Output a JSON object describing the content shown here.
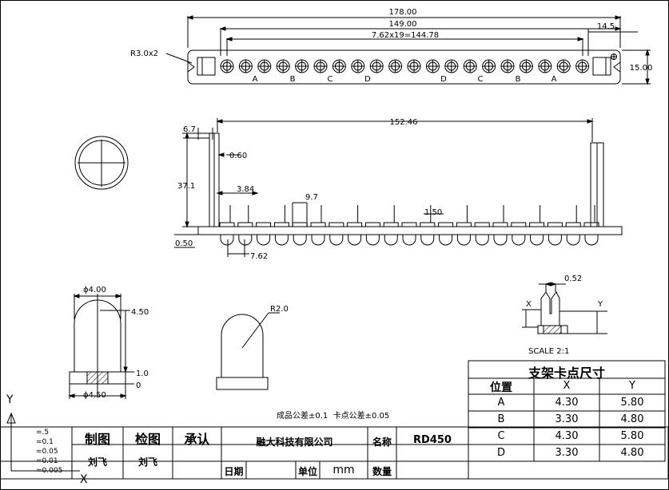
{
  "top_view": {
    "overall_length": "178.00",
    "hole_span": "149.00",
    "pitch": "7.62x19=144.78",
    "end_offset": "14.5",
    "height": "15.00",
    "corner_radius": "R3.0x2",
    "labels": [
      "A",
      "B",
      "C",
      "D",
      "D",
      "C",
      "B",
      "A"
    ]
  },
  "side_view": {
    "length": "152.46",
    "d_6_7": "6.7",
    "d_0_60": "0.60",
    "d_37_1": "37.1",
    "d_3_84": "3.84",
    "d_9_7": "9.7",
    "d_1_50": "1.50",
    "d_0_50": "0.50",
    "d_7_62": "7.62"
  },
  "led_view": {
    "dia_top": "ϕ4.00",
    "height": "4.50",
    "flange": "1.0",
    "zero": "0",
    "dia_base": "ϕ4.50"
  },
  "dome_view": {
    "radius": "R2.0"
  },
  "detail_view": {
    "dim": "0.52",
    "x_label": "X",
    "y_label": "Y",
    "scale": "SCALE 2:1"
  },
  "support_table": {
    "title": "支架卡点尺寸",
    "headers": [
      "位置",
      "X",
      "Y"
    ],
    "rows": [
      [
        "A",
        "4.30",
        "5.80"
      ],
      [
        "B",
        "3.30",
        "4.80"
      ],
      [
        "C",
        "4.30",
        "5.80"
      ],
      [
        "D",
        "3.30",
        "4.80"
      ]
    ]
  },
  "tolerance_note": "成品公差±0.1  卡点公差±0.05",
  "title_block": {
    "tolerances": [
      "=.5",
      "=0.1",
      "=0.05",
      "=0.01",
      "=0.005"
    ],
    "drawn_label": "制图",
    "check_label": "检图",
    "approve_label": "承认",
    "drawn_by": "刘飞",
    "checked_by": "刘飞",
    "company": "融大科技有限公司",
    "name_label": "名称",
    "name_value": "RD450",
    "date_label": "日期",
    "unit_label": "单位",
    "unit_value": "mm",
    "qty_label": "数量"
  },
  "ucs": {
    "y": "Y",
    "x": "X"
  }
}
